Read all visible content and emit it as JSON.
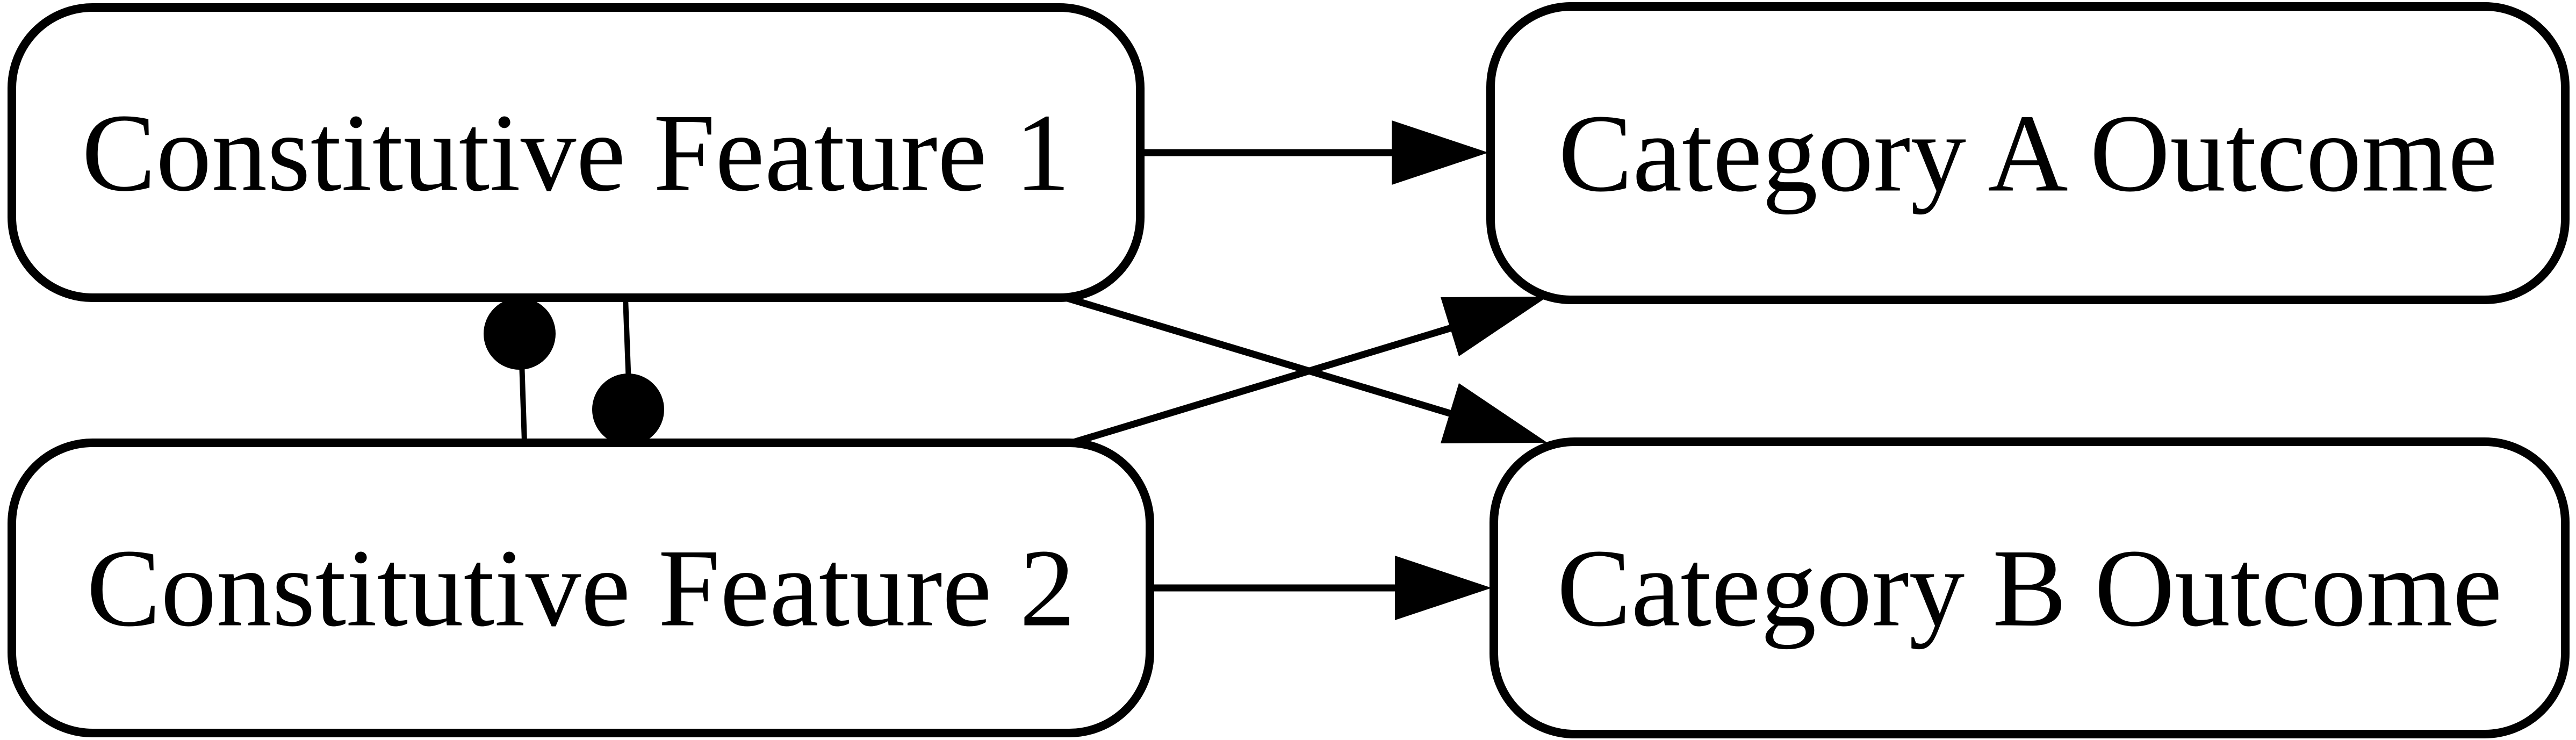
{
  "diagram": {
    "background_color": "#ffffff",
    "stroke_color": "#000000",
    "node_fill_color": "#ffffff",
    "nodes": [
      {
        "id": "feature1",
        "label": "Constitutive Feature 1"
      },
      {
        "id": "feature2",
        "label": "Constitutive Feature 2"
      },
      {
        "id": "categoryA",
        "label": "Category A Outcome"
      },
      {
        "id": "categoryB",
        "label": "Category B Outcome"
      }
    ],
    "edges": [
      {
        "from": "Constitutive Feature 1",
        "to": "Category A Outcome",
        "style": "arrow"
      },
      {
        "from": "Constitutive Feature 1",
        "to": "Category B Outcome",
        "style": "arrow"
      },
      {
        "from": "Constitutive Feature 2",
        "to": "Category A Outcome",
        "style": "arrow"
      },
      {
        "from": "Constitutive Feature 2",
        "to": "Category B Outcome",
        "style": "arrow"
      },
      {
        "from": "Constitutive Feature 1",
        "to": "Constitutive Feature 2",
        "style": "line with filled dot near Feature 1 end"
      },
      {
        "from": "Constitutive Feature 1",
        "to": "Constitutive Feature 2",
        "style": "line with filled dot near Feature 2 end"
      }
    ]
  }
}
